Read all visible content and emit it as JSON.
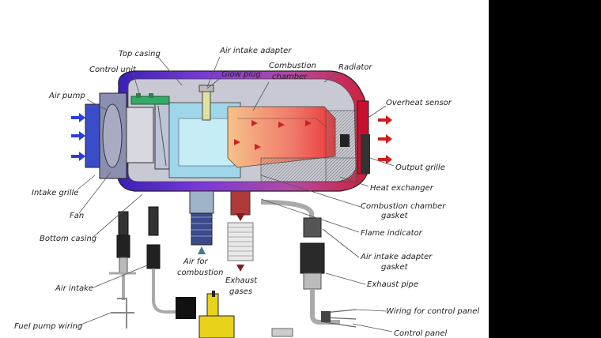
{
  "diagram": {
    "labels": {
      "top_casing": "Top casing",
      "air_intake_adapter": "Air intake adapter",
      "control_unit": "Control unit",
      "glow_plug": "Glow plug",
      "combustion_chamber_1": "Combustion",
      "combustion_chamber_2": "chamber",
      "radiator": "Radiator",
      "air_pump": "Air pump",
      "overheat_sensor": "Overheat sensor",
      "output_grille": "Output grille",
      "intake_grille": "Intake grille",
      "heat_exchanger": "Heat exchanger",
      "fan": "Fan",
      "cc_gasket_1": "Combustion chamber",
      "cc_gasket_2": "gasket",
      "bottom_casing": "Bottom casing",
      "flame_indicator": "Flame indicator",
      "air_for_combustion_1": "Air for",
      "air_for_combustion_2": "combustion",
      "exhaust_gases_1": "Exhaust",
      "exhaust_gases_2": "gases",
      "aia_gasket_1": "Air intake adapter",
      "aia_gasket_2": "gasket",
      "air_intake": "Air intake",
      "exhaust_pipe": "Exhaust pipe",
      "wiring_control_panel": "Wiring for control panel",
      "fuel_pump_wiring": "Fuel pump wiring",
      "control_panel": "Control panel"
    },
    "colors": {
      "cold_air": "#2a3fd6",
      "hot_air": "#d41c1c",
      "casing_purple": "#6b2fd0",
      "combustion_orange": "#f08a6a"
    }
  }
}
